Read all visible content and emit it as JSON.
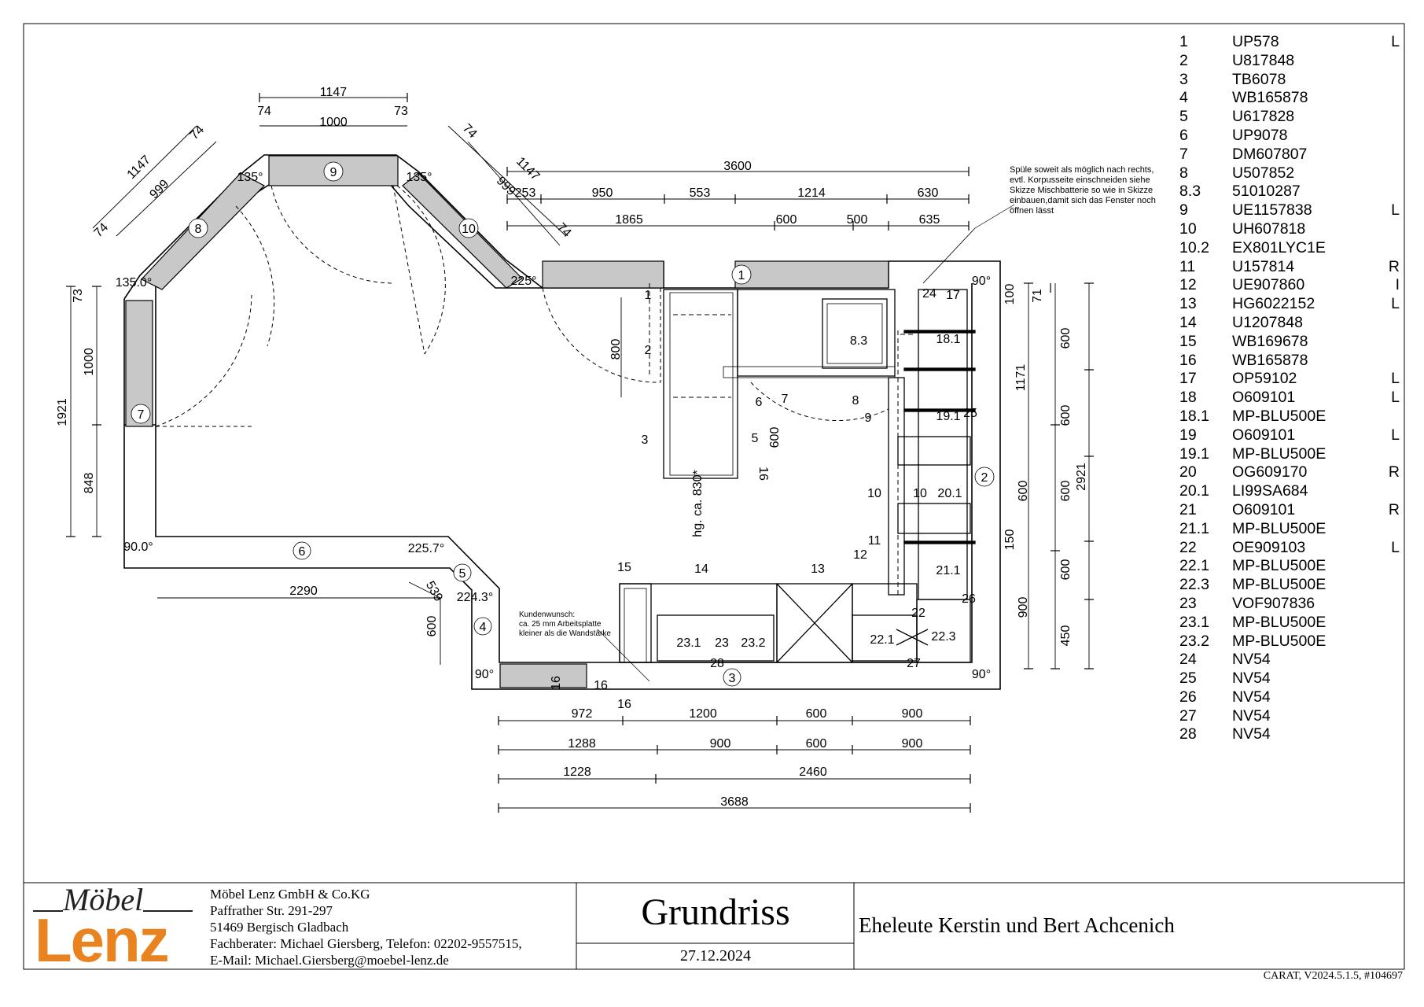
{
  "parts_list": [
    {
      "no": "1",
      "code": "UP578",
      "side": "L"
    },
    {
      "no": "2",
      "code": "U817848",
      "side": ""
    },
    {
      "no": "3",
      "code": "TB6078",
      "side": ""
    },
    {
      "no": "4",
      "code": "WB165878",
      "side": ""
    },
    {
      "no": "5",
      "code": "U617828",
      "side": ""
    },
    {
      "no": "6",
      "code": "UP9078",
      "side": ""
    },
    {
      "no": "7",
      "code": "DM607807",
      "side": ""
    },
    {
      "no": "8",
      "code": "U507852",
      "side": ""
    },
    {
      "no": "8.3",
      "code": "51010287",
      "side": ""
    },
    {
      "no": "9",
      "code": "UE1157838",
      "side": "L"
    },
    {
      "no": "10",
      "code": "UH607818",
      "side": ""
    },
    {
      "no": "10.2",
      "code": "EX801LYC1E",
      "side": ""
    },
    {
      "no": "11",
      "code": "U157814",
      "side": "R"
    },
    {
      "no": "12",
      "code": "UE907860",
      "side": "I"
    },
    {
      "no": "13",
      "code": "HG6022152",
      "side": "L"
    },
    {
      "no": "14",
      "code": "U1207848",
      "side": ""
    },
    {
      "no": "15",
      "code": "WB169678",
      "side": ""
    },
    {
      "no": "16",
      "code": "WB165878",
      "side": ""
    },
    {
      "no": "17",
      "code": "OP59102",
      "side": "L"
    },
    {
      "no": "18",
      "code": "O609101",
      "side": "L"
    },
    {
      "no": "18.1",
      "code": "MP-BLU500E",
      "side": ""
    },
    {
      "no": "19",
      "code": "O609101",
      "side": "L"
    },
    {
      "no": "19.1",
      "code": "MP-BLU500E",
      "side": ""
    },
    {
      "no": "20",
      "code": "OG609170",
      "side": "R"
    },
    {
      "no": "20.1",
      "code": "LI99SA684",
      "side": ""
    },
    {
      "no": "21",
      "code": "O609101",
      "side": "R"
    },
    {
      "no": "21.1",
      "code": "MP-BLU500E",
      "side": ""
    },
    {
      "no": "22",
      "code": "OE909103",
      "side": "L"
    },
    {
      "no": "22.1",
      "code": "MP-BLU500E",
      "side": ""
    },
    {
      "no": "22.3",
      "code": "MP-BLU500E",
      "side": ""
    },
    {
      "no": "23",
      "code": "VOF907836",
      "side": ""
    },
    {
      "no": "23.1",
      "code": "MP-BLU500E",
      "side": ""
    },
    {
      "no": "23.2",
      "code": "MP-BLU500E",
      "side": ""
    },
    {
      "no": "24",
      "code": "NV54",
      "side": ""
    },
    {
      "no": "25",
      "code": "NV54",
      "side": ""
    },
    {
      "no": "26",
      "code": "NV54",
      "side": ""
    },
    {
      "no": "27",
      "code": "NV54",
      "side": ""
    },
    {
      "no": "28",
      "code": "NV54",
      "side": ""
    }
  ],
  "title_block": {
    "logo_line1": "Möbel",
    "logo_line2": "Lenz",
    "company": "Möbel Lenz GmbH & Co.KG",
    "street": "Paffrather Str. 291-297",
    "city": "51469 Bergisch Gladbach",
    "advisor": "Fachberater: Michael Giersberg, Telefon: 02202-9557515,",
    "email": "E-Mail: Michael.Giersberg@moebel-lenz.de",
    "title": "Grundriss",
    "date": "27.12.2024",
    "client": "Eheleute Kerstin und Bert Achcenich",
    "version": "CARAT,  V2024.5.1.5,  #104697"
  },
  "notes": {
    "sink": [
      "Spüle soweit als möglich nach rechts,",
      "evtl. Korpusseite einschneiden siehe",
      "Skizze Mischbatterie so wie in Skizze",
      "einbauen,damit sich das Fenster noch",
      "öffnen lässt"
    ],
    "customer": [
      "Kundenwunsch:",
      "ca. 25 mm Arbeitsplatte",
      "kleiner als die Wandstärke"
    ]
  },
  "dimensions": {
    "top_1147": "1147",
    "top_74a": "74",
    "top_73": "73",
    "top_1000": "1000",
    "diagL_1147": "1147",
    "diagL_999": "999",
    "diagL_74a": "74",
    "diagL_74b": "74",
    "diagR_74a": "74",
    "diagR_1147": "1147",
    "diagR_999": "999",
    "diagR_74b": "74",
    "row1_3600": "3600",
    "row2_253": "253",
    "row2_950": "950",
    "row2_553": "553",
    "row2_1214": "1214",
    "row2_630": "630",
    "row3_1865": "1865",
    "row3_600": "600",
    "row3_500": "500",
    "row3_635": "635",
    "left_1921": "1921",
    "left_73": "73",
    "left_1000": "1000",
    "left_848": "848",
    "mid_800": "800",
    "mid_600": "600",
    "hinge": "hg. ca. 830*",
    "bot_2290": "2290",
    "bot_539": "539",
    "bot_600": "600",
    "b1_972": "972",
    "b1_1200": "1200",
    "b1_600": "600",
    "b1_900": "900",
    "b2_1288": "1288",
    "b2_900": "900",
    "b2_600": "600",
    "b2_900b": "900",
    "b3_1228": "1228",
    "b3_2460": "2460",
    "b4_3688": "3688",
    "r_100": "100",
    "r_71": "71",
    "r_600a": "600",
    "r_1171": "1171",
    "r_600b": "600",
    "r_2921": "2921",
    "r_600c": "600",
    "r_600d": "600",
    "r_150": "150",
    "r_600e": "600",
    "r_900": "900",
    "r_450": "450",
    "sixteen": "16"
  },
  "angles": {
    "a135_left": "135.0°",
    "a135_top_l": "135°",
    "a135_top_r": "135°",
    "a225": "225°",
    "a90_tr": "90°",
    "a90_left": "90.0°",
    "a2257": "225.7°",
    "a2243": "224.3°",
    "a90_bl": "90°",
    "a90_br": "90°"
  },
  "labels": {
    "c1": "1",
    "c2": "2",
    "c3": "3",
    "c4": "4",
    "c5": "5",
    "c6": "6",
    "c7": "7",
    "c8": "8",
    "c9": "9",
    "c10": "10",
    "l1": "1",
    "l2": "2",
    "l3": "3",
    "l5": "5",
    "l6": "6",
    "l7": "7",
    "l8": "8",
    "l9": "9",
    "l10": "10",
    "l11": "11",
    "l12": "12",
    "l13": "13",
    "l14": "14",
    "l15": "15",
    "l16a": "16",
    "l16b": "16",
    "l16c": "16",
    "l17": "17",
    "l181": "18.1",
    "l191": "19.1",
    "l25": "25",
    "l201": "20.1",
    "l10b": "10",
    "l211": "21.1",
    "l26": "26",
    "l22": "22",
    "l221": "22.1",
    "l223": "22.3",
    "l27": "27",
    "l231": "23.1",
    "l23": "23",
    "l232": "23.2",
    "l28": "28",
    "l83": "8.3",
    "l24": "24"
  }
}
